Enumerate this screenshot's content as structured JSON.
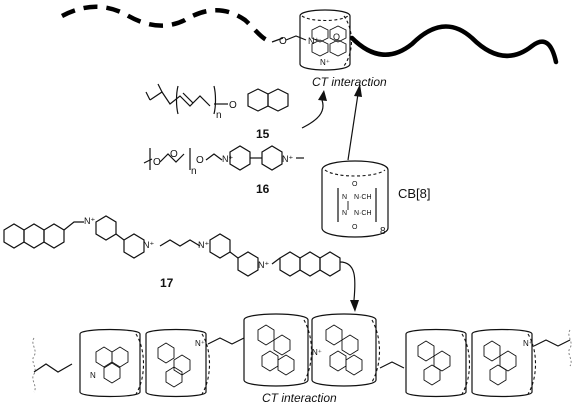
{
  "labels": {
    "ct_top": "CT interaction",
    "ct_bottom": "CT interaction",
    "cb8": "CB[8]",
    "cb8_subscript": "8",
    "compound_15": "15",
    "compound_16": "16",
    "compound_17": "17",
    "subscript_n_15": "n",
    "subscript_n_16": "n",
    "atom_O": "O",
    "atom_N_plus": "N⁺",
    "atom_N": "N",
    "atom_NCH": "N·CH",
    "cb8_N1": "N·CH",
    "cb8_N2": "N·CH",
    "cb8_N3": "N",
    "cb8_N4": "N",
    "cb8_O_top": "O",
    "cb8_O_bottom": "O"
  }
}
